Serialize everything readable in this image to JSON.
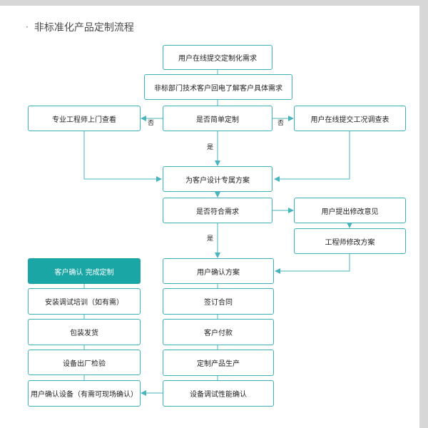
{
  "title": "非标准化产品定制流程",
  "nodes": {
    "submit_request": "用户在线提交定制化需求",
    "callback": "非标部门技术客户回电了解客户具体需求",
    "is_simple": "是否简单定制",
    "engineer_visit": "专业工程师上门查看",
    "submit_survey": "用户在线提交工况调查表",
    "design_plan": "为客户设计专属方案",
    "meets_needs": "是否符合需求",
    "propose_changes": "用户提出修改意见",
    "engineer_revise": "工程师修改方案",
    "confirm_plan": "用户确认方案",
    "sign_contract": "签订合同",
    "payment": "客户付款",
    "production": "定制产品生产",
    "debug_confirm": "设备调试性能确认",
    "confirm_equipment": "用户确认设备（有需可现场确认）",
    "inspection": "设备出厂检验",
    "packaging": "包装发货",
    "installation": "安装调试培训（如有需）",
    "complete": "客户确认 完成定制"
  },
  "edge_labels": {
    "left_no": "否",
    "right_no": "否",
    "simple_yes": "是",
    "meets_yes": "是"
  },
  "colors": {
    "accent": "#3bb1b9",
    "final_fill": "#1ba6a6"
  }
}
